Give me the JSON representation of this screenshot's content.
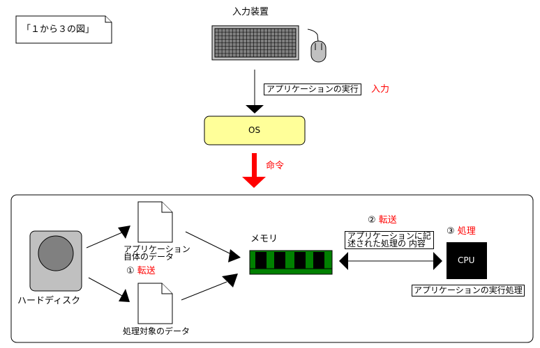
{
  "title_note": "「１から３の図」",
  "input_device": {
    "label": "入力装置",
    "keyboard_icon": "keyboard-icon",
    "mouse_icon": "mouse-icon"
  },
  "input_step": {
    "box_label": "アプリケーションの実行",
    "red_label": "入力"
  },
  "os": {
    "label": "OS",
    "fill": "#ffff99"
  },
  "command": {
    "red_label": "命令"
  },
  "hard_disk": {
    "label": "ハードディスク",
    "icon": "hard-disk-icon"
  },
  "files": {
    "app_data_line1": "アプリケーション",
    "app_data_line2": "自体のデータ",
    "target_data": "処理対象のデータ"
  },
  "step1": {
    "number": "①",
    "red_label": "転送"
  },
  "memory": {
    "label": "メモリ",
    "fill": "#008000",
    "icon": "memory-module-icon"
  },
  "step2": {
    "number": "②",
    "red_label": "転送",
    "box_line1": "アプリケーションに記",
    "box_line2": "述された処理の 内容"
  },
  "step3": {
    "number": "③",
    "red_label": "処理"
  },
  "cpu": {
    "label": "CPU",
    "caption": "アプリケーションの実行処理"
  },
  "colors": {
    "accent_red": "#ff0000",
    "device_gray": "#c0c0c0",
    "dark_gray": "#808080"
  }
}
